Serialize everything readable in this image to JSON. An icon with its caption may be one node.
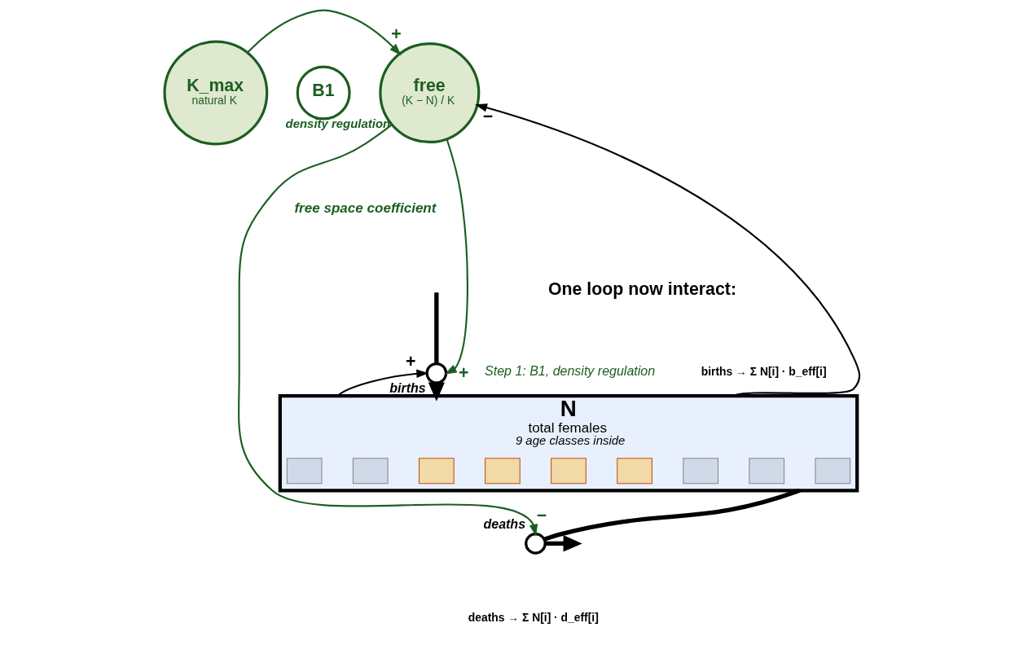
{
  "diagram": {
    "nodes": [
      {
        "text": [
          "K_max",
          "natural K"
        ]
      },
      {
        "text": [
          "free",
          "(K − N) / K"
        ]
      },
      {
        "text": [
          "B1"
        ],
        "beside": [
          "density regulation"
        ]
      },
      {
        "text": [],
        "shape": "circle",
        "beside": [
          "births"
        ]
      },
      {
        "text": [
          "N",
          "total females",
          "9 age classes inside"
        ]
      },
      {
        "text": [],
        "shape": "box",
        "in": 4
      },
      {
        "text": [],
        "shape": "box",
        "in": 4
      },
      {
        "text": [],
        "shape": "box",
        "in": 4
      },
      {
        "text": [],
        "shape": "box",
        "in": 4
      },
      {
        "text": [],
        "shape": "box",
        "in": 4
      },
      {
        "text": [],
        "shape": "box",
        "in": 4
      },
      {
        "text": [],
        "shape": "box",
        "in": 4
      },
      {
        "text": [],
        "shape": "box",
        "in": 4
      },
      {
        "text": [],
        "shape": "box",
        "in": 4
      },
      {
        "text": [],
        "shape": "circle",
        "beside": [
          "deaths"
        ]
      }
    ],
    "edges": [
      {
        "from": 0,
        "to": 1,
        "arrow": "to",
        "label": "+",
        "color": "#1b5e20"
      },
      {
        "from": 1,
        "to": 3,
        "arrow": "to",
        "label": "+",
        "color": "#1b5e20"
      },
      {
        "from": 4,
        "to": 3,
        "arrow": "to",
        "label": "+"
      },
      {
        "from": 4,
        "to": 1,
        "arrow": "to",
        "label": "−"
      },
      {
        "from": 1,
        "to": 14,
        "arrow": "to",
        "label": "−",
        "color": "#1b5e20"
      },
      {
        "from": null,
        "to": 3,
        "arrow": "none",
        "style": "thick"
      },
      {
        "from": 3,
        "to": 4,
        "arrow": "to",
        "style": "thick"
      },
      {
        "from": 4,
        "to": 14,
        "arrow": "none",
        "style": "thick"
      },
      {
        "from": 14,
        "to": null,
        "arrow": "to",
        "style": "thick"
      }
    ],
    "labels": [
      "free space coefficient",
      "One loop now interact:",
      "Step 1: B1, density regulation",
      "births → Σ N[i] · b_eff[i]",
      "deaths → Σ N[i] · d_eff[i]"
    ]
  }
}
